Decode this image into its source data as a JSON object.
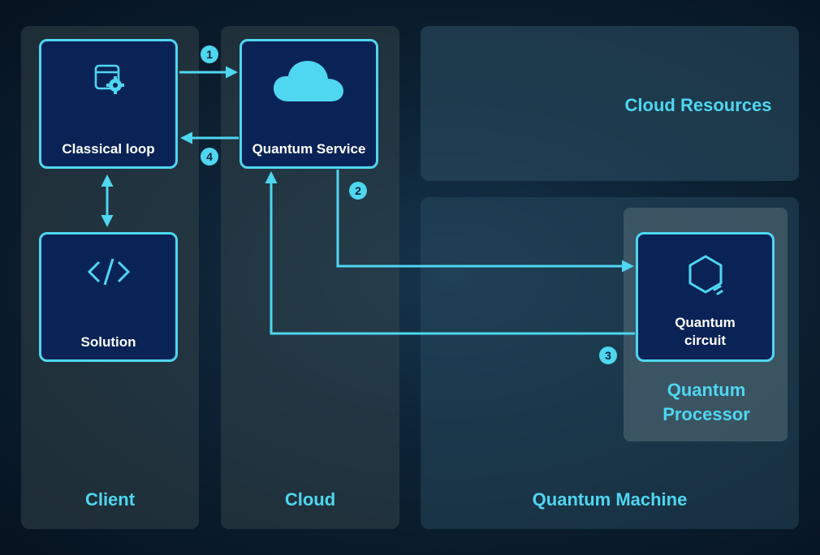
{
  "panels": {
    "client": "Client",
    "cloud": "Cloud",
    "cloud_resources": "Cloud Resources",
    "quantum_machine": "Quantum Machine",
    "quantum_processor": "Quantum Processor"
  },
  "nodes": {
    "classical_loop": {
      "label": "Classical loop",
      "icon": "window-gear-icon"
    },
    "quantum_service": {
      "label": "Quantum Service",
      "icon": "cloud-icon"
    },
    "solution": {
      "label": "Solution",
      "icon": "code-icon"
    },
    "quantum_circuit": {
      "label": "Quantum circuit",
      "icon": "hexagon-icon"
    }
  },
  "steps": [
    "1",
    "2",
    "3",
    "4"
  ],
  "colors": {
    "accent": "#4fd6f0",
    "node_fill": "#0a2356",
    "text": "#ffffff"
  }
}
